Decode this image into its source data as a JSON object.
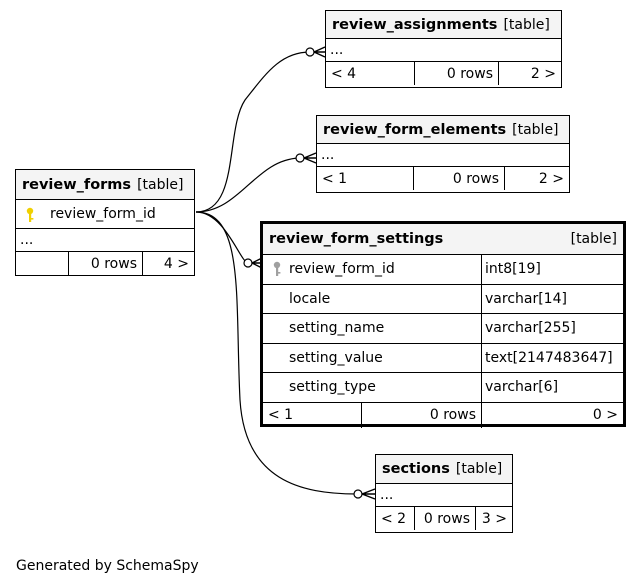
{
  "tables": {
    "review_assignments": {
      "name": "review_assignments",
      "tag": "[table]",
      "ellipsis": "...",
      "footer": {
        "parents": "< 4",
        "rows": "0 rows",
        "children": "2 >"
      }
    },
    "review_form_elements": {
      "name": "review_form_elements",
      "tag": "[table]",
      "ellipsis": "...",
      "footer": {
        "parents": "< 1",
        "rows": "0 rows",
        "children": "2 >"
      }
    },
    "review_forms": {
      "name": "review_forms",
      "tag": "[table]",
      "key_column": "review_form_id",
      "ellipsis": "...",
      "footer": {
        "parents": "",
        "rows": "0 rows",
        "children": "4 >"
      }
    },
    "review_form_settings": {
      "name": "review_form_settings",
      "tag": "[table]",
      "columns": [
        {
          "name": "review_form_id",
          "type": "int8[19]"
        },
        {
          "name": "locale",
          "type": "varchar[14]"
        },
        {
          "name": "setting_name",
          "type": "varchar[255]"
        },
        {
          "name": "setting_value",
          "type": "text[2147483647]"
        },
        {
          "name": "setting_type",
          "type": "varchar[6]"
        }
      ],
      "footer": {
        "parents": "< 1",
        "rows": "0 rows",
        "children": "0 >"
      }
    },
    "sections": {
      "name": "sections",
      "tag": "[table]",
      "ellipsis": "...",
      "footer": {
        "parents": "< 2",
        "rows": "0 rows",
        "children": "3 >"
      }
    }
  },
  "colors": {
    "primary_key": "#f0d000",
    "foreign_key": "#a0a0a0",
    "header_bg": "#f4f4f4"
  },
  "icons": {
    "primary_key": "key-icon",
    "foreign_key": "key-icon"
  },
  "credit": "Generated by SchemaSpy"
}
